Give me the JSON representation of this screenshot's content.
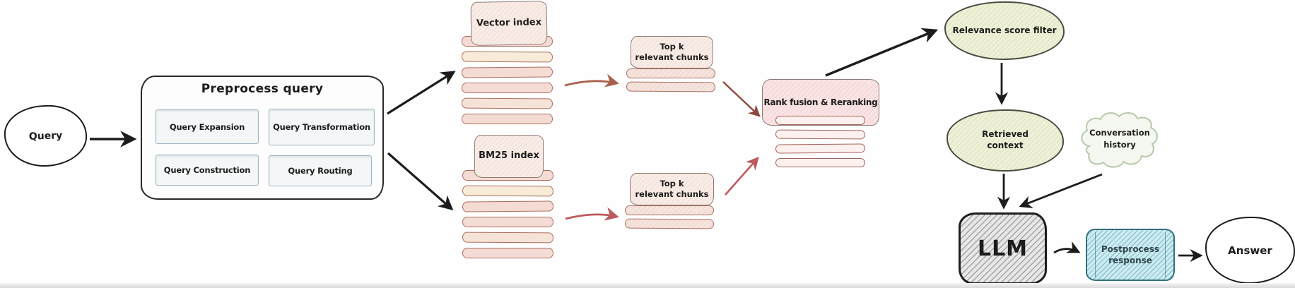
{
  "diagram": {
    "title_semantic": "RAG retrieval pipeline",
    "nodes": {
      "query": {
        "label": "Query"
      },
      "preprocess": {
        "title": "Preprocess query",
        "items": [
          "Query Expansion",
          "Query Transformation",
          "Query Construction",
          "Query Routing"
        ]
      },
      "vector_index": {
        "label": "Vector index"
      },
      "bm25_index": {
        "label": "BM25 index"
      },
      "topk_vector": {
        "line1": "Top k",
        "line2": "relevant chunks"
      },
      "topk_bm25": {
        "line1": "Top k",
        "line2": "relevant chunks"
      },
      "rank_fusion": {
        "label": "Rank fusion & Reranking"
      },
      "relevance_filter": {
        "label": "Relevance score filter"
      },
      "retrieved_context": {
        "line1": "Retrieved",
        "line2": "context"
      },
      "conversation_history": {
        "line1": "Conversation",
        "line2": "history"
      },
      "llm": {
        "label": "LLM"
      },
      "postprocess": {
        "line1": "Postprocess",
        "line2": "response"
      },
      "answer": {
        "label": "Answer"
      }
    },
    "edges": [
      {
        "from": "query",
        "to": "preprocess"
      },
      {
        "from": "preprocess",
        "to": "vector_index"
      },
      {
        "from": "preprocess",
        "to": "bm25_index"
      },
      {
        "from": "vector_index",
        "to": "topk_vector"
      },
      {
        "from": "bm25_index",
        "to": "topk_bm25"
      },
      {
        "from": "topk_vector",
        "to": "rank_fusion"
      },
      {
        "from": "topk_bm25",
        "to": "rank_fusion"
      },
      {
        "from": "rank_fusion",
        "to": "relevance_filter"
      },
      {
        "from": "relevance_filter",
        "to": "retrieved_context"
      },
      {
        "from": "retrieved_context",
        "to": "llm"
      },
      {
        "from": "conversation_history",
        "to": "llm"
      },
      {
        "from": "llm",
        "to": "postprocess"
      },
      {
        "from": "postprocess",
        "to": "answer"
      }
    ],
    "colors": {
      "ink_black": "#1c1c1c",
      "stack_pink": "#f4dbd4",
      "stack_cream": "#f8ecd9",
      "stack_stroke": "#a9705e",
      "plaque_pink": "#f9ece6",
      "rank_fusion_pink": "#f9e4e3",
      "green_node_fill": "#eef1d7",
      "cloud_stroke": "#b7c8ab",
      "llm_gray": "#e7e7e7",
      "postprocess_cyan": "#cdecf1",
      "postprocess_stroke": "#33707e",
      "arrow_rust": "#a8604e",
      "arrow_dark_rust": "#8d4a3d",
      "arrow_red": "#bd5a5e"
    }
  }
}
